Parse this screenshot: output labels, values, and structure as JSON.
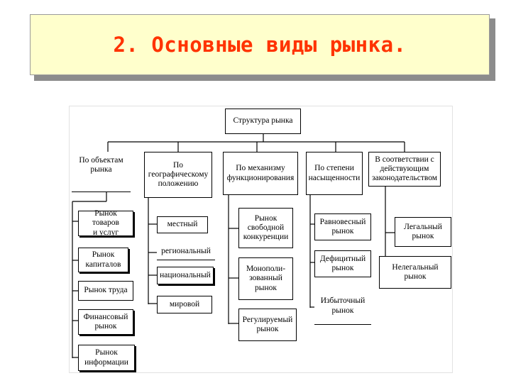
{
  "title": "2. Основные виды рынка.",
  "diagram": {
    "root": "Структура рынка",
    "categories": [
      "По объектам\nрынка",
      "По\nгеографическому\nположению",
      "По механизму\nфункционирования",
      "По степени\nнасыщенности",
      "В соответствии с\nдействующим\nзаконодательством"
    ],
    "by_object": [
      "Рынок товаров\nи услуг",
      "Рынок\nкапиталов",
      "Рынок труда",
      "Финансовый\nрынок",
      "Рынок\nинформации"
    ],
    "by_geography": [
      "местный",
      "региональный",
      "национальный",
      "мировой"
    ],
    "by_mechanism": [
      "Рынок\nсвободной\nконкуренции",
      "Монополи-\nзованный\nрынок",
      "Регулируемый\nрынок"
    ],
    "by_saturation": [
      "Равновесный\nрынок",
      "Дефицитный\nрынок",
      "Избыточный\nрынок"
    ],
    "by_law": [
      "Легальный\nрынок",
      "Нелегальный\nрынок"
    ]
  }
}
